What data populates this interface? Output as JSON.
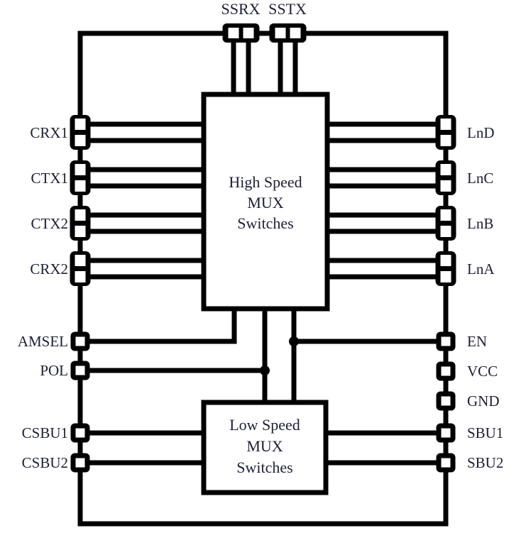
{
  "diagram": {
    "background": "#ffffff",
    "line_color": "#000000",
    "text_color": "#1e1e38"
  },
  "blocks": {
    "high_speed_mux": {
      "lines": [
        "High Speed",
        "MUX",
        "Switches"
      ]
    },
    "low_speed_mux": {
      "lines": [
        "Low Speed",
        "MUX",
        "Switches"
      ]
    }
  },
  "pins": {
    "top": [
      "SSRX",
      "SSTX"
    ],
    "left": [
      "CRX1",
      "CTX1",
      "CTX2",
      "CRX2",
      "AMSEL",
      "POL",
      "CSBU1",
      "CSBU2"
    ],
    "right": [
      "LnD",
      "LnC",
      "LnB",
      "LnA",
      "EN",
      "VCC",
      "GND",
      "SBU1",
      "SBU2"
    ]
  }
}
